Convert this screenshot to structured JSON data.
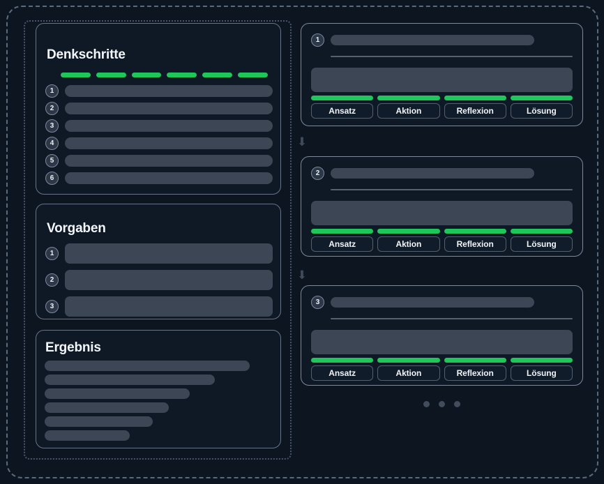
{
  "theme": {
    "background": "#0d1521",
    "panel_background": "#0f1825",
    "panel_border": "#66758a",
    "skeleton": "#3c4655",
    "accent_green": "#1fc659",
    "badge_background": "#2c3748",
    "text_primary": "#f3f6fa",
    "muted": "#3f4a5a"
  },
  "left_column": {
    "denkschritte": {
      "title": "Denkschritte",
      "progress_segments": 6,
      "steps": [
        {
          "number": "1"
        },
        {
          "number": "2"
        },
        {
          "number": "3"
        },
        {
          "number": "4"
        },
        {
          "number": "5"
        },
        {
          "number": "6"
        }
      ]
    },
    "vorgaben": {
      "title": "Vorgaben",
      "items": [
        {
          "number": "1"
        },
        {
          "number": "2"
        },
        {
          "number": "3"
        }
      ]
    },
    "ergebnis": {
      "title": "Ergebnis",
      "lines": [
        {
          "width": "89%"
        },
        {
          "width": "74%"
        },
        {
          "width": "63%"
        },
        {
          "width": "54%"
        },
        {
          "width": "47%"
        },
        {
          "width": "37%"
        }
      ]
    }
  },
  "right_column": {
    "cards": [
      {
        "number": "1",
        "buttons": [
          "Ansatz",
          "Aktion",
          "Reflexion",
          "Lösung"
        ],
        "bar_count": 4
      },
      {
        "number": "2",
        "buttons": [
          "Ansatz",
          "Aktion",
          "Reflexion",
          "Lösung"
        ],
        "bar_count": 4
      },
      {
        "number": "3",
        "buttons": [
          "Ansatz",
          "Aktion",
          "Reflexion",
          "Lösung"
        ],
        "bar_count": 4
      }
    ],
    "connector_icon": "arrow-down-icon",
    "connector_glyph": "⬇",
    "pagination_dots": 3
  }
}
